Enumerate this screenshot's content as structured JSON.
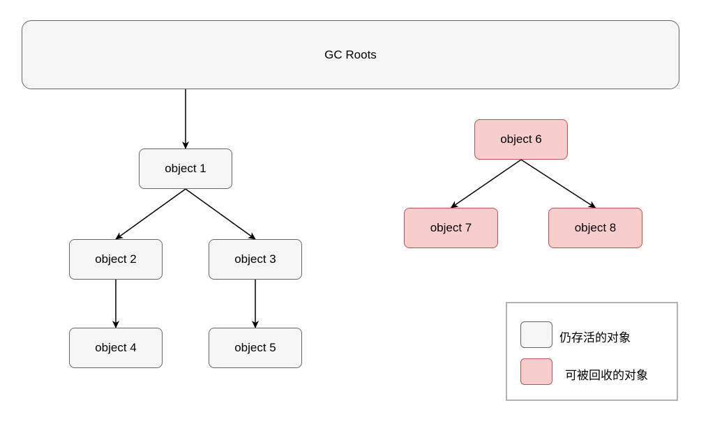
{
  "roots": {
    "label": "GC Roots"
  },
  "nodes": {
    "o1": "object 1",
    "o2": "object 2",
    "o3": "object 3",
    "o4": "object 4",
    "o5": "object 5",
    "o6": "object 6",
    "o7": "object 7",
    "o8": "object 8"
  },
  "edges": [
    [
      "roots",
      "o1"
    ],
    [
      "o1",
      "o2"
    ],
    [
      "o1",
      "o3"
    ],
    [
      "o2",
      "o4"
    ],
    [
      "o3",
      "o5"
    ],
    [
      "o6",
      "o7"
    ],
    [
      "o6",
      "o8"
    ]
  ],
  "legend": {
    "live_label": "仍存活的对象",
    "collectible_label": "可被回收的对象"
  },
  "colors": {
    "live_fill": "#f5f5f5",
    "live_stroke": "#666666",
    "collectible_fill": "#f8cecc",
    "collectible_stroke": "#b85450",
    "edge": "#000000"
  }
}
